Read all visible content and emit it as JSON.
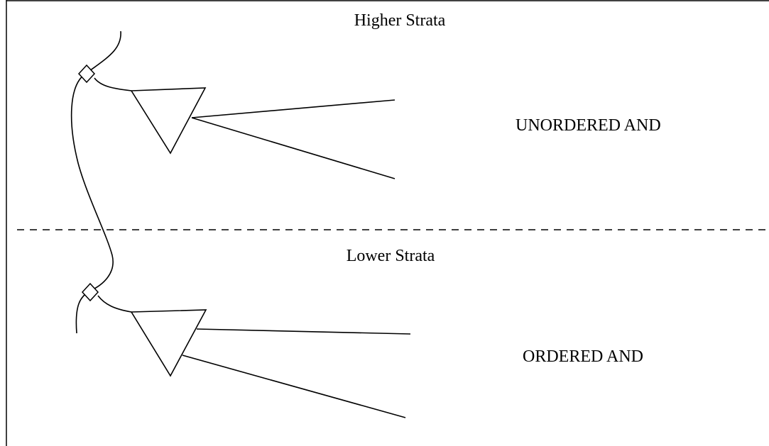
{
  "labels": {
    "higher_strata": "Higher Strata",
    "lower_strata": "Lower Strata",
    "unordered_and": "UNORDERED AND",
    "ordered_and": "ORDERED AND"
  },
  "colors": {
    "stroke": "#000000",
    "background": "#ffffff"
  }
}
